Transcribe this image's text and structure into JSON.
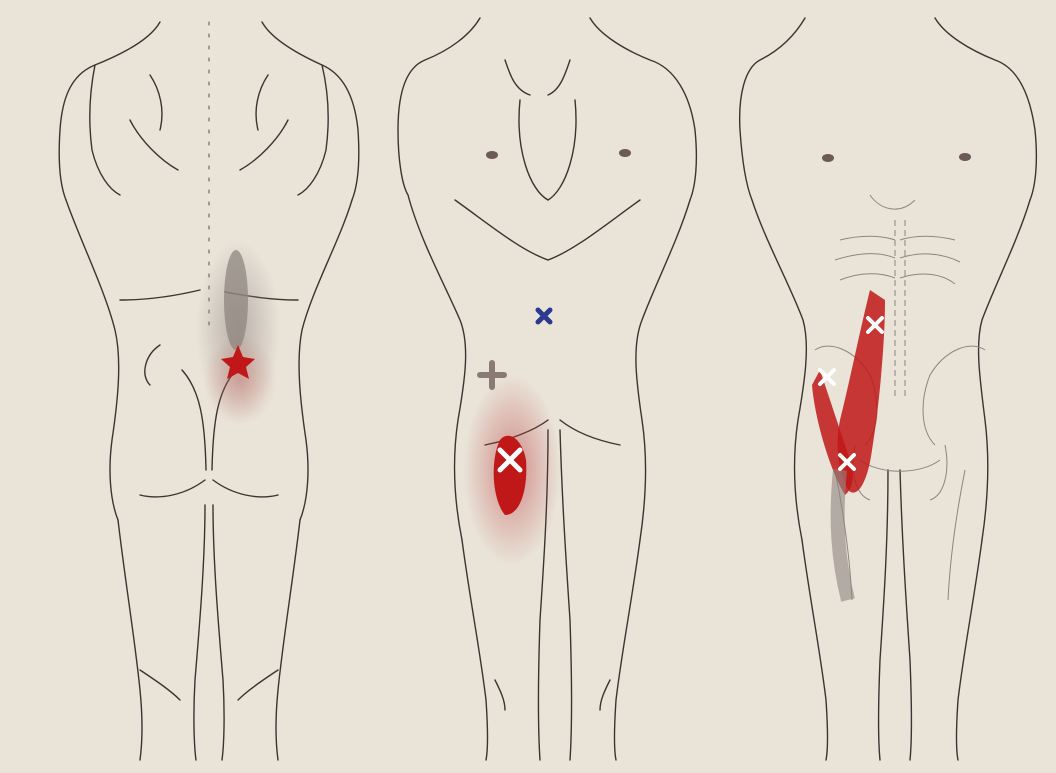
{
  "figure": {
    "background": "#e9e3d8",
    "panels": [
      {
        "id": "posterior-view"
      },
      {
        "id": "anterior-view"
      },
      {
        "id": "anterior-skeletal-view"
      }
    ],
    "colors": {
      "outline": "#3b3432",
      "trigger_point_fill": "#c01818",
      "referred_pain_fill": "#8f8580",
      "marker_blue": "#2a3b8f",
      "marker_gray": "#8a7a74",
      "marker_white": "#ffffff"
    },
    "markers": [
      "red-star",
      "blue-cross",
      "gray-cross",
      "white-x"
    ]
  }
}
